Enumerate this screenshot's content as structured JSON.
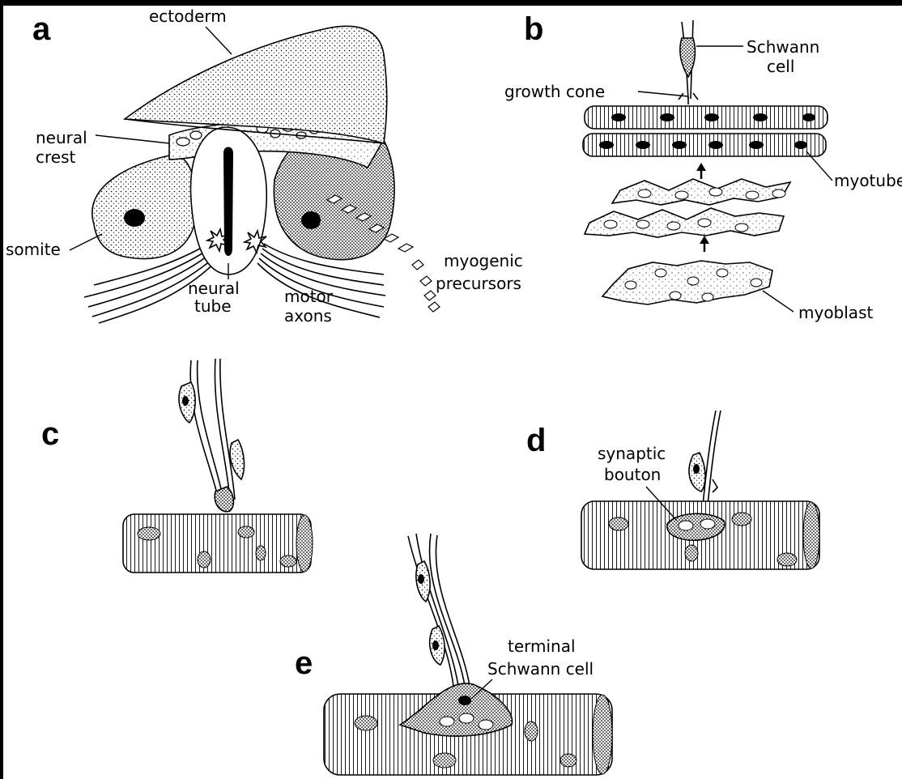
{
  "panels": {
    "a": {
      "letter": "a",
      "labels": {
        "ectoderm": "ectoderm",
        "neural_crest_1": "neural",
        "neural_crest_2": "crest",
        "somite": "somite",
        "neural_tube_1": "neural",
        "neural_tube_2": "tube",
        "motor_axons_1": "motor",
        "motor_axons_2": "axons",
        "myogenic_precursors_1": "myogenic",
        "myogenic_precursors_2": "precursors"
      }
    },
    "b": {
      "letter": "b",
      "labels": {
        "schwann_cell_1": "Schwann",
        "schwann_cell_2": "cell",
        "growth_cone": "growth  cone",
        "myotube": "myotube",
        "myoblast": "myoblast"
      }
    },
    "c": {
      "letter": "c"
    },
    "d": {
      "letter": "d",
      "labels": {
        "synaptic_bouton_1": "synaptic",
        "synaptic_bouton_2": "bouton"
      }
    },
    "e": {
      "letter": "e",
      "labels": {
        "terminal_schwann_cell_1": "terminal",
        "terminal_schwann_cell_2": "Schwann cell"
      }
    }
  }
}
